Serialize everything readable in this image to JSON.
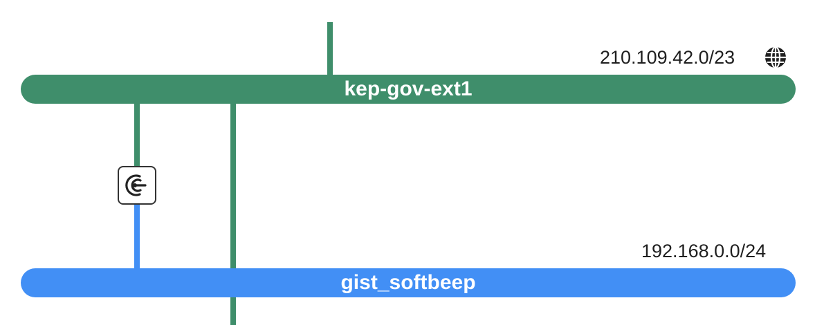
{
  "colors": {
    "external_net": "#3f8e6b",
    "internal_net": "#428ff5",
    "text": "#1f1f1f",
    "icon_border": "#333333"
  },
  "networks": [
    {
      "name": "kep-gov-ext1",
      "cidr": "210.109.42.0/23",
      "icon": "globe-icon"
    },
    {
      "name": "gist_softbeep",
      "cidr": "192.168.0.0/24"
    }
  ],
  "router": {
    "icon": "router-icon"
  }
}
